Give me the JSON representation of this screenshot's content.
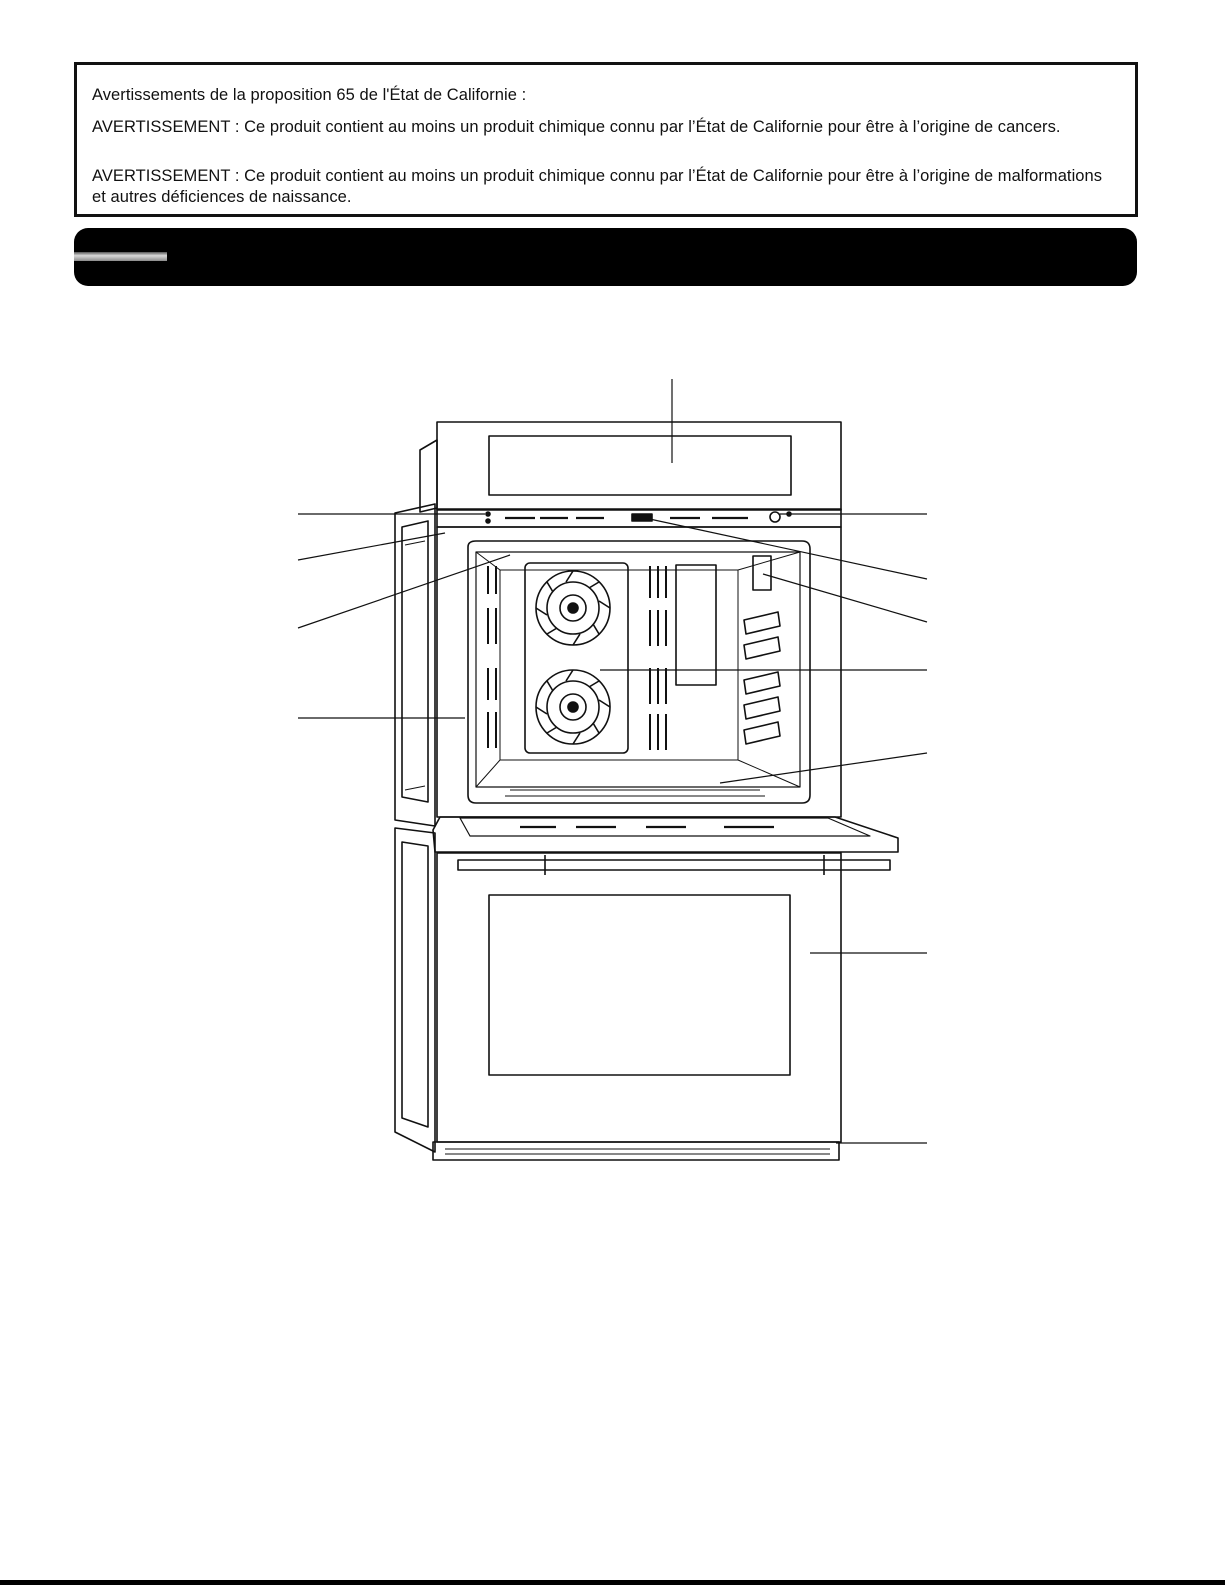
{
  "warning": {
    "title": "Avertissements de la proposition 65 de l'État de Californie :",
    "line1": "AVERTISSEMENT : Ce produit contient au moins un produit chimique connu par l’État de Californie pour être à l’origine de cancers.",
    "line2": "AVERTISSEMENT : Ce produit contient au moins un produit chimique connu par l’État de Californie pour être à l’origine de malformations et autres déficiences de naissance."
  },
  "section_bar": {
    "title": ""
  },
  "diagram": {
    "subject": "double wall oven with upper door open",
    "callout_labels": []
  },
  "colors": {
    "ink": "#111111",
    "bar": "#000000",
    "page": "#ffffff"
  }
}
